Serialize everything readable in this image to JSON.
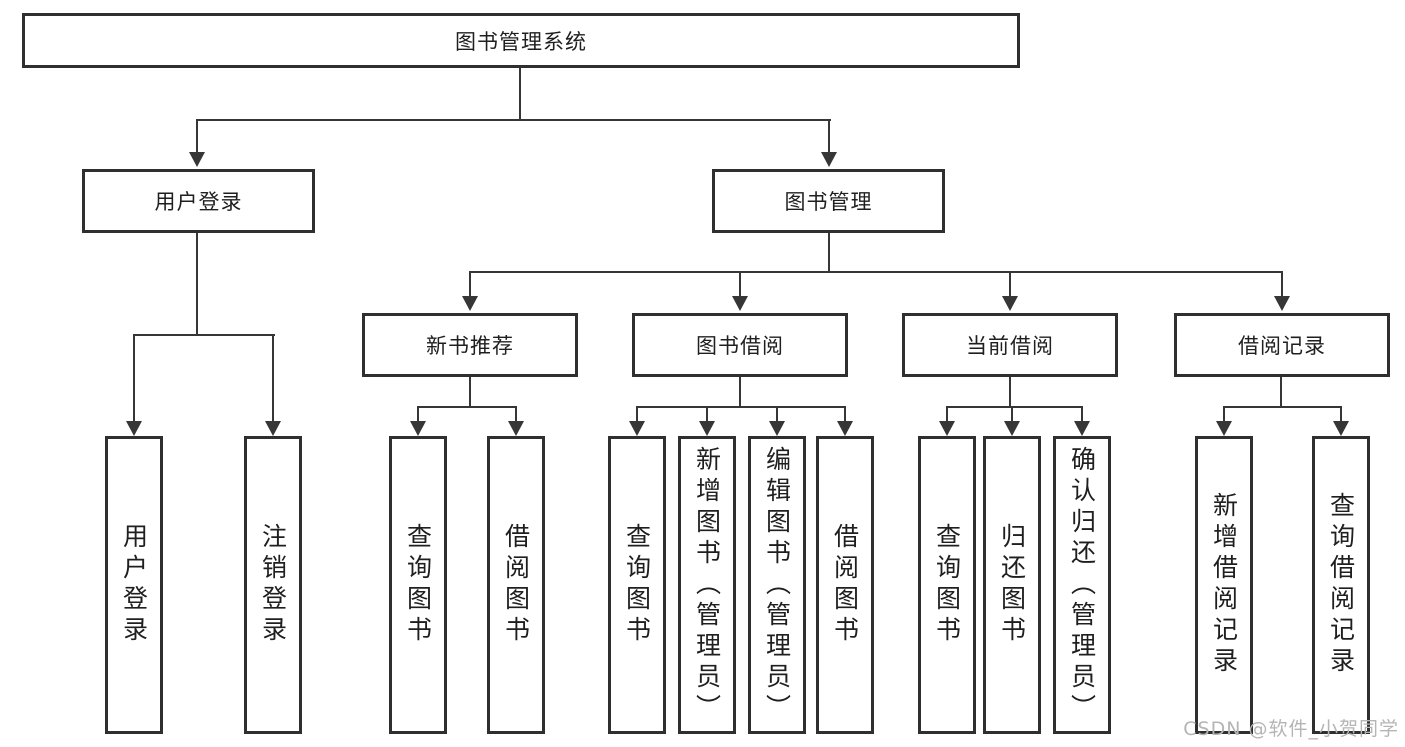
{
  "colors": {
    "line": "#363636",
    "border": "#2f2f2f",
    "text": "#1f1f1f",
    "watermark": "#b5b5b5",
    "background": "#ffffff"
  },
  "diagram": {
    "root": "图书管理系统",
    "level2": [
      "用户登录",
      "图书管理"
    ],
    "level3": [
      "新书推荐",
      "图书借阅",
      "当前借阅",
      "借阅记录"
    ],
    "leaves": [
      "用户登录",
      "注销登录",
      "查询图书",
      "借阅图书",
      "查询图书",
      "新增图书（管理员）",
      "编辑图书（管理员）",
      "借阅图书",
      "查询图书",
      "归还图书",
      "确认归还（管理员）",
      "新增借阅记录",
      "查询借阅记录"
    ]
  },
  "watermark": "CSDN @软件_小贺同学"
}
